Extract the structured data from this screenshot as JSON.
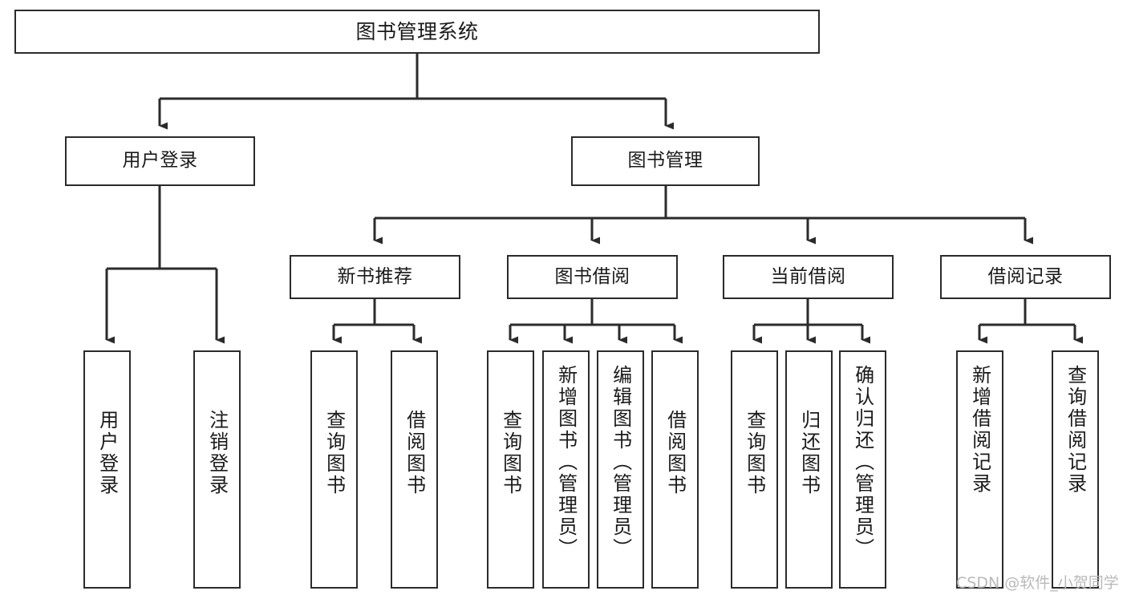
{
  "diagram": {
    "title": "图书管理系统",
    "type": "tree-hierarchy-chart",
    "colors": {
      "background": "#ffffff",
      "node_border": "#2b2b2b",
      "node_fill": "#ffffff",
      "edge": "#2b2b2b",
      "text": "#1a1a1a",
      "watermark": "#b9b9b9"
    },
    "root": {
      "label": "图书管理系统"
    },
    "level2": [
      {
        "label": "用户登录"
      },
      {
        "label": "图书管理"
      }
    ],
    "level3": [
      {
        "label": "新书推荐"
      },
      {
        "label": "图书借阅"
      },
      {
        "label": "当前借阅"
      },
      {
        "label": "借阅记录"
      }
    ],
    "leaves": {
      "user_login": [
        {
          "label": "用户登录"
        },
        {
          "label": "注销登录"
        }
      ],
      "new_book_recommend": [
        {
          "label": "查询图书"
        },
        {
          "label": "借阅图书"
        }
      ],
      "book_borrow": [
        {
          "label": "查询图书"
        },
        {
          "label": "新增图书（管理员）"
        },
        {
          "label": "编辑图书（管理员）"
        },
        {
          "label": "借阅图书"
        }
      ],
      "current_borrow": [
        {
          "label": "查询图书"
        },
        {
          "label": "归还图书"
        },
        {
          "label": "确认归还（管理员）"
        }
      ],
      "borrow_record": [
        {
          "label": "新增借阅记录"
        },
        {
          "label": "查询借阅记录"
        }
      ]
    },
    "watermark": "CSDN @软件_小贺同学"
  }
}
